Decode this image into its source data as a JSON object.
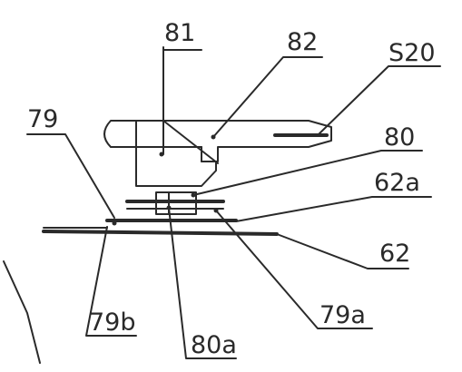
{
  "labels": {
    "l81": "81",
    "l82": "82",
    "lS20": "S20",
    "l79": "79",
    "l80": "80",
    "l62a": "62a",
    "l62": "62",
    "l79a": "79a",
    "l79b": "79b",
    "l80a": "80a"
  },
  "colors": {
    "ink": "#2a2a2a",
    "paper": "#ffffff"
  }
}
